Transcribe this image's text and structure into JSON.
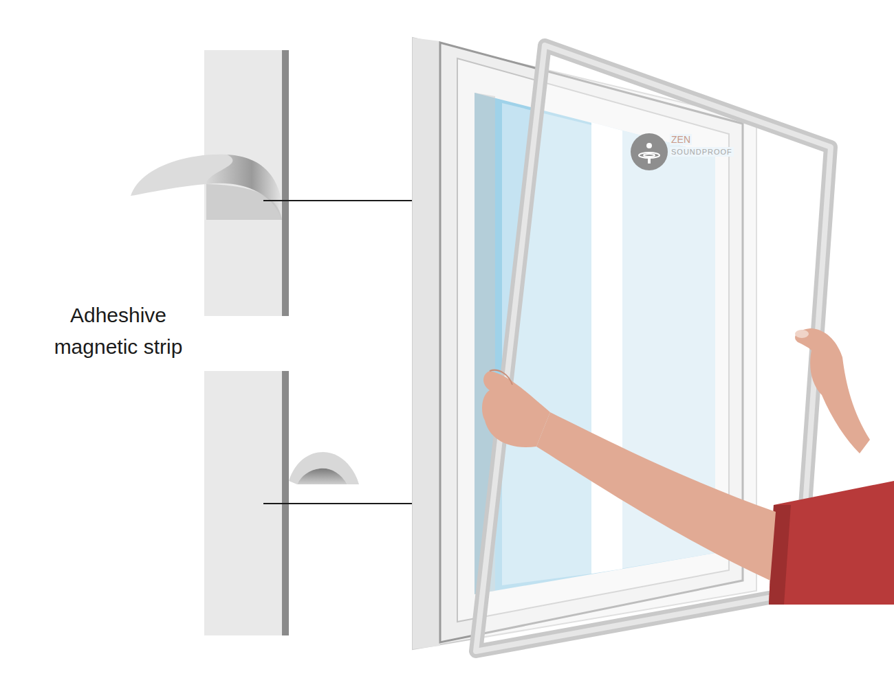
{
  "diagram": {
    "labels": [
      "Adheshive magnetic strip",
      "ZEN",
      "SOUNDPROOF"
    ]
  }
}
